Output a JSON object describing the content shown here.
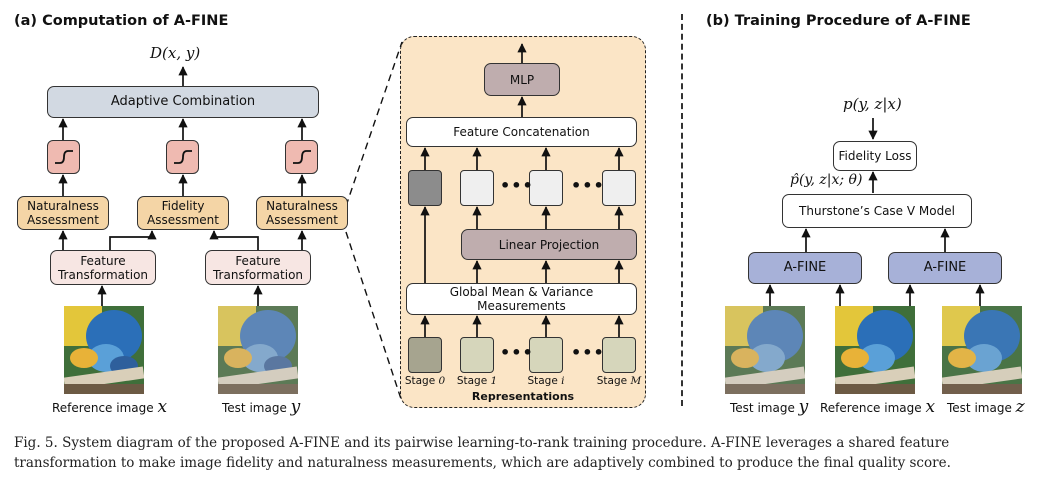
{
  "left_panel": {
    "title": "(a) Computation of A-FINE",
    "output": "D(x, y)",
    "adaptive_combination": "Adaptive Combination",
    "naturalness_left": "Naturalness Assessment",
    "fidelity": "Fidelity Assessment",
    "naturalness_right": "Naturalness Assessment",
    "feature_transformation_left": "Feature Transformation",
    "feature_transformation_right": "Feature Transformation",
    "reference_image_label": "Reference image",
    "reference_image_var": "x",
    "test_image_label": "Test image",
    "test_image_var": "y"
  },
  "zoom_panel": {
    "mlp": "MLP",
    "feature_concatenation": "Feature Concatenation",
    "linear_projection": "Linear Projection",
    "global_mean_variance": "Global Mean & Variance Measurements",
    "ellipsis": "•••",
    "stages": [
      {
        "prefix": "Stage",
        "index": "0"
      },
      {
        "prefix": "Stage",
        "index": "1"
      },
      {
        "prefix": "Stage",
        "index": "i"
      },
      {
        "prefix": "Stage",
        "index": "M"
      }
    ],
    "representations": "Representations"
  },
  "right_panel": {
    "title": "(b) Training Procedure of A-FINE",
    "target": "p(y, z|x)",
    "fidelity_loss": "Fidelity Loss",
    "prediction": "p̂(y, z|x; θ)",
    "thurstone": "Thurstone’s Case V Model",
    "afine_left": "A-FINE",
    "afine_right": "A-FINE",
    "test_image_y_label": "Test image",
    "test_image_y_var": "y",
    "reference_image_label": "Reference image",
    "reference_image_var": "x",
    "test_image_z_label": "Test image",
    "test_image_z_var": "z"
  },
  "caption": "Fig. 5. System diagram of the proposed A-FINE and its pairwise learning-to-rank training procedure. A-FINE leverages a shared feature transformation to make image fidelity and naturalness measurements, which are adaptively combined to produce the final quality score.",
  "colors": {
    "adaptive_combination": "#d2d9e2",
    "feature_transformation": "#f7e6e3",
    "assessment": "#f4d5a6",
    "sigmoid": "#efbab1",
    "zoom_background": "#fbe5c6",
    "mlp": "#bfadae",
    "a_fine": "#a7b1d8"
  }
}
